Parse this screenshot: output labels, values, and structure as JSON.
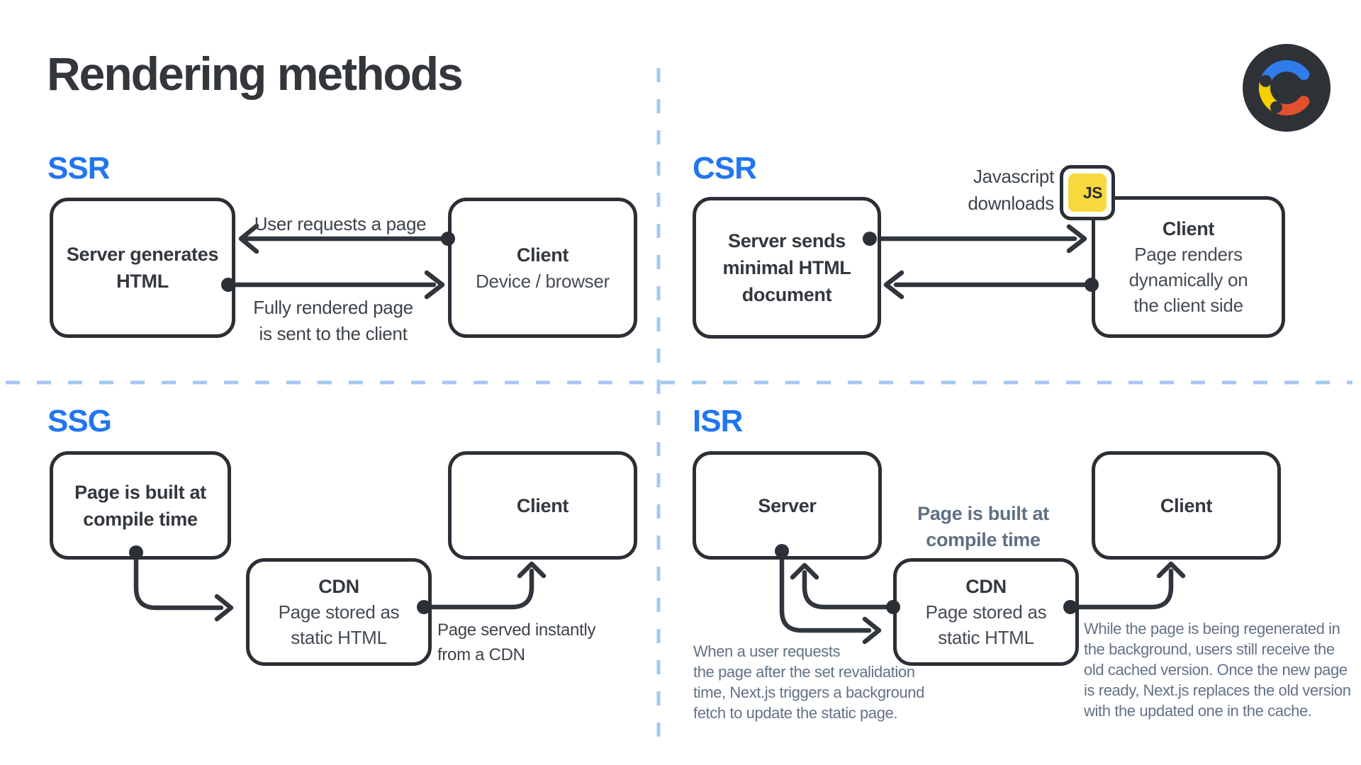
{
  "title": "Rendering methods",
  "logo": {
    "name": "c-logo",
    "bg": "#2e3237",
    "blue": "#2f7ced",
    "yellow": "#f6cf00",
    "red": "#e2502d"
  },
  "colors": {
    "accent_blue": "#2176f0",
    "ink": "#2b2f36",
    "slate": "#637287",
    "divider_blue": "#a6c8f3",
    "js_yellow": "#f8d93d"
  },
  "ssr": {
    "heading": "SSR",
    "server_line1": "Server generates",
    "server_line2": "HTML",
    "client_title": "Client",
    "client_subtitle": "Device / browser",
    "arrow_request_label": "User requests a page",
    "arrow_response_line1": "Fully rendered page",
    "arrow_response_line2": "is sent to the client"
  },
  "csr": {
    "heading": "CSR",
    "server_line1": "Server sends",
    "server_line2": "minimal HTML",
    "server_line3": "document",
    "js_label_line1": "Javascript",
    "js_label_line2": "downloads",
    "js_badge": "JS",
    "client_title": "Client",
    "client_sub_line1": "Page renders",
    "client_sub_line2": "dynamically on",
    "client_sub_line3": "the client side"
  },
  "ssg": {
    "heading": "SSG",
    "build_line1": "Page is built at",
    "build_line2": "compile time",
    "client_title": "Client",
    "cdn_title": "CDN",
    "cdn_sub_line1": "Page stored as",
    "cdn_sub_line2": "static HTML",
    "serve_line1": "Page served instantly",
    "serve_line2": "from a CDN"
  },
  "isr": {
    "heading": "ISR",
    "server_title": "Server",
    "client_title": "Client",
    "compile_line1": "Page is built at",
    "compile_line2": "compile time",
    "cdn_title": "CDN",
    "cdn_sub_line1": "Page stored as",
    "cdn_sub_line2": "static HTML",
    "note_left": [
      "When a user requests",
      "the page after the set revalidation",
      "time, Next.js triggers a background",
      "fetch to update the static page."
    ],
    "note_right": [
      "While the page is being regenerated in",
      "the background, users still receive the",
      "old cached version. Once the new page",
      "is ready, Next.js replaces the old version",
      "with the updated one in the cache."
    ]
  }
}
